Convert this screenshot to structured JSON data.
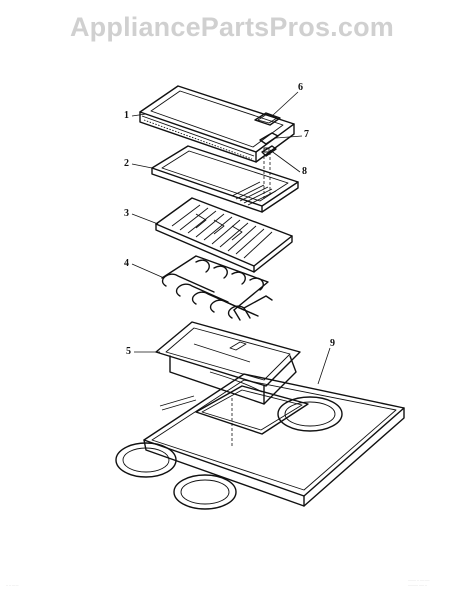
{
  "watermark": "AppliancePartsPros.com",
  "callouts": [
    "1",
    "2",
    "3",
    "4",
    "5",
    "6",
    "7",
    "8",
    "9"
  ],
  "footer": {
    "left": "·· ·· ··· ···",
    "right_line1": "········ ·· ···· ·····",
    "right_line2": "·········· ····· ··"
  }
}
